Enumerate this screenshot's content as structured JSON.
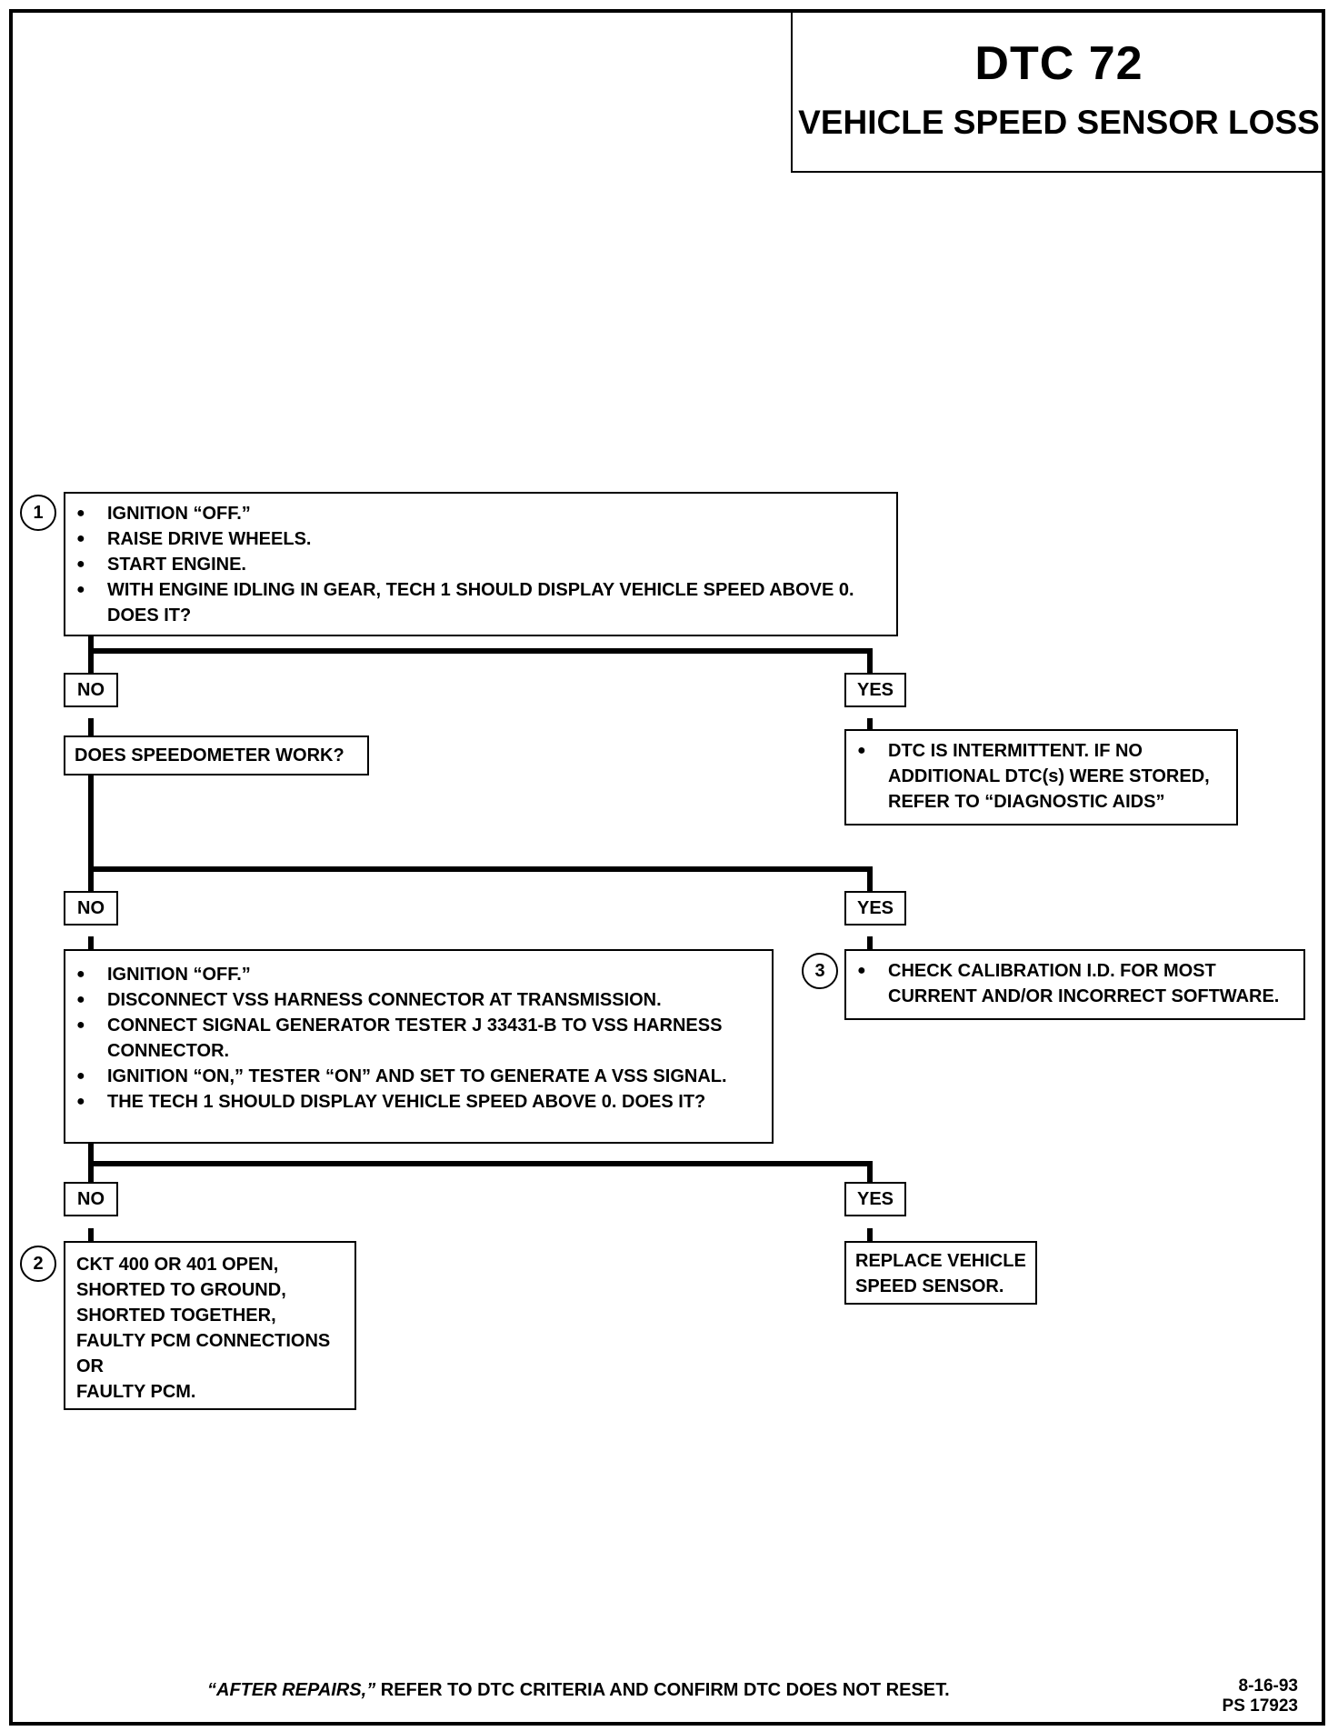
{
  "title": {
    "code": "DTC 72",
    "name": "VEHICLE SPEED SENSOR LOSS"
  },
  "steps": {
    "one": "1",
    "two": "2",
    "three": "3"
  },
  "boxes": {
    "step1": [
      "IGNITION “OFF.”",
      "RAISE DRIVE WHEELS.",
      "START ENGINE.",
      "WITH ENGINE IDLING IN GEAR, TECH 1 SHOULD DISPLAY VEHICLE SPEED ABOVE 0. DOES IT?"
    ],
    "speedometer_question": "DOES SPEEDOMETER WORK?",
    "intermittent": "DTC IS INTERMITTENT.  IF NO ADDITIONAL DTC(s) WERE STORED, REFER TO “DIAGNOSTIC AIDS”",
    "generator_test": [
      "IGNITION “OFF.”",
      "DISCONNECT VSS HARNESS CONNECTOR AT TRANSMISSION.",
      "CONNECT SIGNAL GENERATOR TESTER  J 33431-B TO VSS HARNESS CONNECTOR.",
      "IGNITION “ON,” TESTER “ON” AND SET TO GENERATE A VSS SIGNAL.",
      "THE TECH 1 SHOULD DISPLAY VEHICLE SPEED ABOVE 0. DOES IT?"
    ],
    "calibration": "CHECK CALIBRATION I.D. FOR MOST CURRENT AND/OR INCORRECT SOFTWARE.",
    "open_circuit": "CKT 400 OR 401 OPEN,\nSHORTED TO GROUND,\nSHORTED TOGETHER,\nFAULTY PCM CONNECTIONS\nOR\nFAULTY PCM.",
    "replace_sensor": "REPLACE VEHICLE\nSPEED SENSOR."
  },
  "labels": {
    "no": "NO",
    "yes": "YES"
  },
  "footer": {
    "after_repairs": "“AFTER REPAIRS,”",
    "rest": " REFER TO DTC CRITERIA  AND CONFIRM DTC DOES NOT RESET."
  },
  "stamp": {
    "date": "8-16-93",
    "ref": "PS 17923"
  }
}
